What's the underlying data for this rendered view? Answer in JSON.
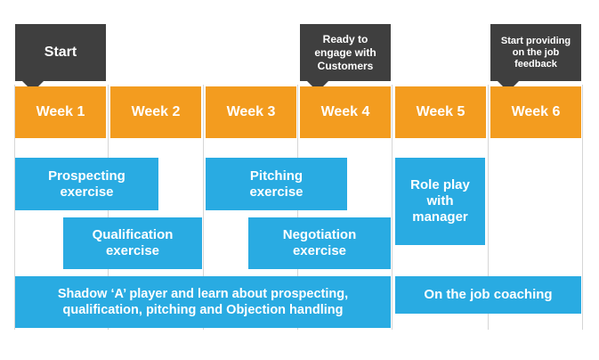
{
  "colors": {
    "week": "#f39c1f",
    "task": "#29abe2",
    "callout": "#3f3f3f",
    "grid": "#d6d6d6"
  },
  "callouts": {
    "start": "Start",
    "ready": "Ready to\nengage with\nCustomers",
    "feedback": "Start providing\non the job\nfeedback"
  },
  "weeks": [
    "Week 1",
    "Week 2",
    "Week 3",
    "Week 4",
    "Week 5",
    "Week 6"
  ],
  "tasks": {
    "prospecting": "Prospecting\nexercise",
    "pitching": "Pitching\nexercise",
    "roleplay": "Role play\nwith\nmanager",
    "qualification": "Qualification\nexercise",
    "negotiation": "Negotiation\nexercise",
    "shadow": "Shadow ‘A’ player and learn about prospecting,\nqualification, pitching and Objection handling",
    "coaching": "On the job coaching"
  }
}
